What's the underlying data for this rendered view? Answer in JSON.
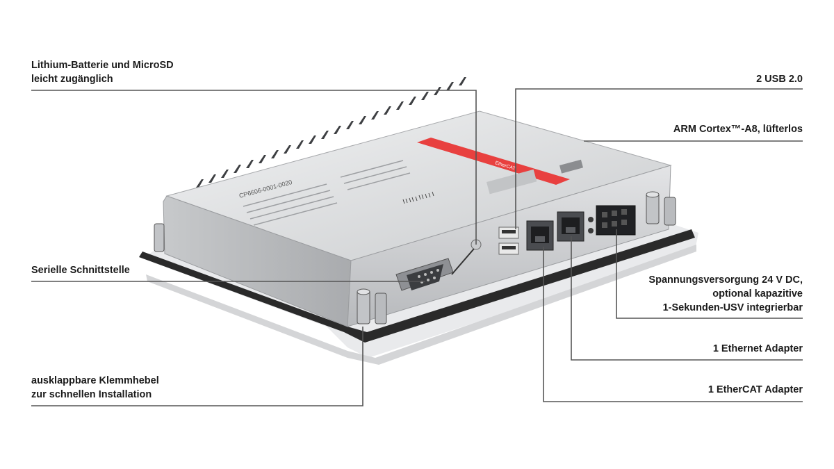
{
  "annotations": {
    "battery": [
      "Lithium-Batterie und MicroSD",
      "leicht zugänglich"
    ],
    "serial": [
      "Serielle Schnittstelle"
    ],
    "lever": [
      "ausklappbare Klemmhebel",
      "zur schnellen Installation"
    ],
    "usb": [
      "2 USB 2.0"
    ],
    "cpu": [
      "ARM Cortex™-A8, lüfterlos"
    ],
    "power": [
      "Spannungsversorgung 24 V DC,",
      "optional kapazitive",
      "1-Sekunden-USV integrierbar"
    ],
    "ethernet": [
      "1 Ethernet Adapter"
    ],
    "ethercat": [
      "1 EtherCAT Adapter"
    ]
  },
  "device": {
    "label_model": "CP6606-0001-0020",
    "brand_stripe": "EtherCAT"
  },
  "colors": {
    "leader_line": "#555555",
    "housing": "#d9dbdd",
    "bezel": "#2a2a2a",
    "accent_stripe": "#e8403f",
    "text": "#1b1b1b"
  }
}
